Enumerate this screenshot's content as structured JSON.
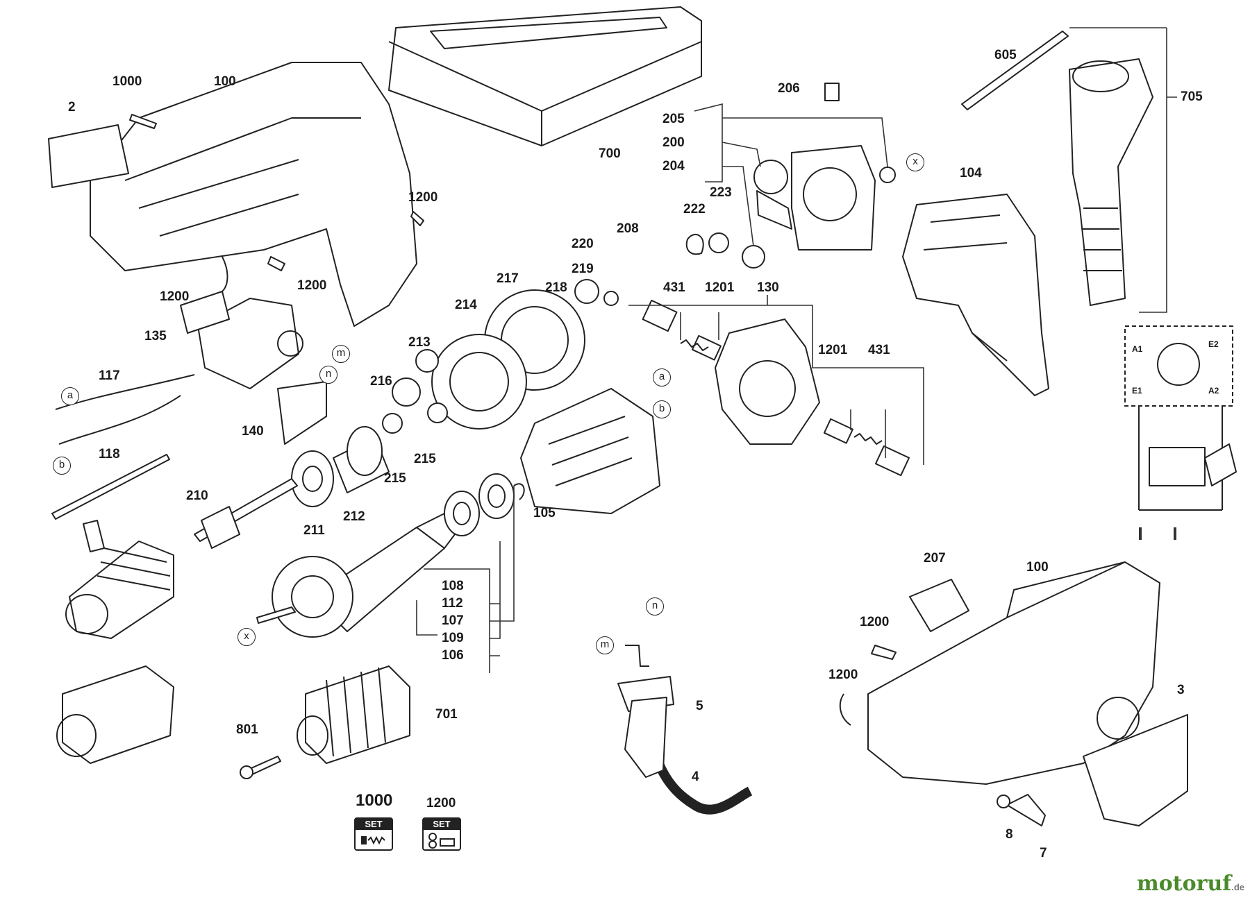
{
  "parts": [
    "2",
    "1000",
    "100",
    "700",
    "605",
    "705",
    "206",
    "205",
    "200",
    "204",
    "223",
    "222",
    "220",
    "208",
    "219",
    "218",
    "217",
    "214",
    "213",
    "216",
    "215",
    "215",
    "212",
    "211",
    "210",
    "140",
    "135",
    "117",
    "118",
    "1200",
    "1200",
    "1200",
    "104",
    "431",
    "1201",
    "130",
    "1201",
    "431",
    "105",
    "108",
    "112",
    "107",
    "109",
    "106",
    "701",
    "801",
    "5",
    "4",
    "207",
    "100",
    "1200",
    "1200",
    "3",
    "8",
    "7",
    "1000",
    "1200"
  ],
  "connectors": [
    "x",
    "x",
    "a",
    "a",
    "b",
    "b",
    "m",
    "m",
    "n",
    "n"
  ],
  "wiring_terminals": [
    "A1",
    "E2",
    "E1",
    "A2"
  ],
  "set_badges": [
    {
      "number": "1000",
      "text": "SET"
    },
    {
      "number": "1200",
      "text": "SET"
    }
  ],
  "watermark": {
    "brand": "motoruf",
    "suffix": ".de"
  }
}
